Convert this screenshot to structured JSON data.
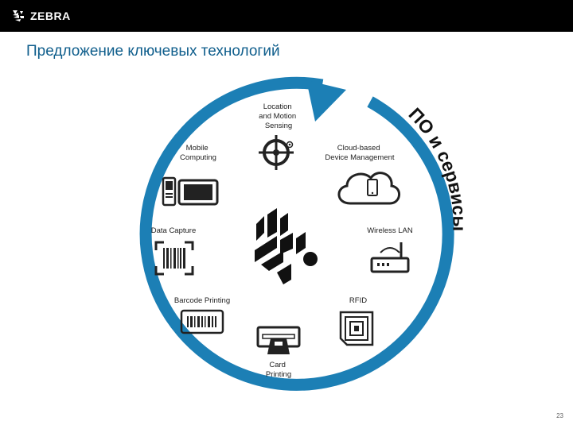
{
  "header": {
    "brand": "ZEBRA",
    "title": "Предложение ключевых технологий"
  },
  "ring": {
    "label": "ПО и сервисы",
    "color": "#1c7fb5"
  },
  "technologies": {
    "location": [
      "Location",
      "and Motion",
      "Sensing"
    ],
    "mobile": [
      "Mobile",
      "Computing"
    ],
    "cloud": [
      "Cloud-based",
      "Device Management"
    ],
    "data_capture": [
      "Data Capture"
    ],
    "wireless": [
      "Wireless LAN"
    ],
    "barcode_printing": [
      "Barcode Printing"
    ],
    "rfid": [
      "RFID"
    ],
    "card_printing": [
      "Card",
      "Printing"
    ]
  },
  "footer": {
    "page_number": "23"
  }
}
